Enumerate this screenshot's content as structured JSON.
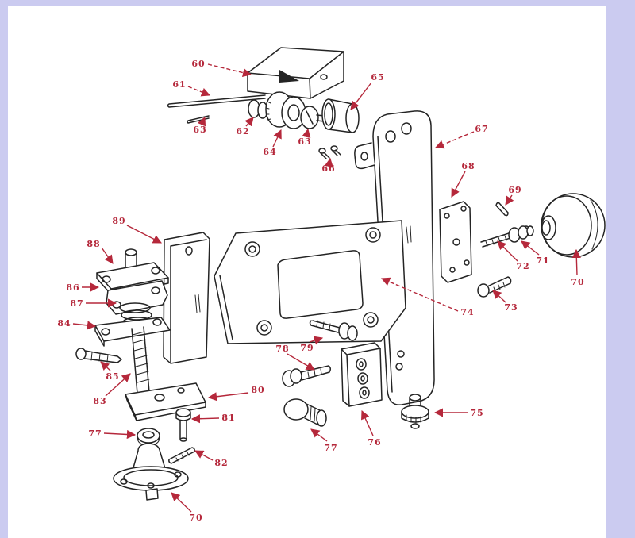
{
  "page": {
    "background_color": "#ffffff",
    "border_color": "#cbcbf0",
    "accent_red": "#b5283b",
    "line_color": "#242424"
  },
  "diagram": {
    "type": "exploded-parts-diagram",
    "callouts": [
      {
        "label": "60"
      },
      {
        "label": "61"
      },
      {
        "label": "63"
      },
      {
        "label": "62"
      },
      {
        "label": "64"
      },
      {
        "label": "63"
      },
      {
        "label": "65"
      },
      {
        "label": "66"
      },
      {
        "label": "67"
      },
      {
        "label": "68"
      },
      {
        "label": "69"
      },
      {
        "label": "72"
      },
      {
        "label": "71"
      },
      {
        "label": "70"
      },
      {
        "label": "73"
      },
      {
        "label": "74"
      },
      {
        "label": "89"
      },
      {
        "label": "88"
      },
      {
        "label": "86"
      },
      {
        "label": "87"
      },
      {
        "label": "84"
      },
      {
        "label": "85"
      },
      {
        "label": "83"
      },
      {
        "label": "80"
      },
      {
        "label": "81"
      },
      {
        "label": "77"
      },
      {
        "label": "82"
      },
      {
        "label": "70"
      },
      {
        "label": "79"
      },
      {
        "label": "78"
      },
      {
        "label": "77"
      },
      {
        "label": "76"
      },
      {
        "label": "75"
      }
    ]
  }
}
